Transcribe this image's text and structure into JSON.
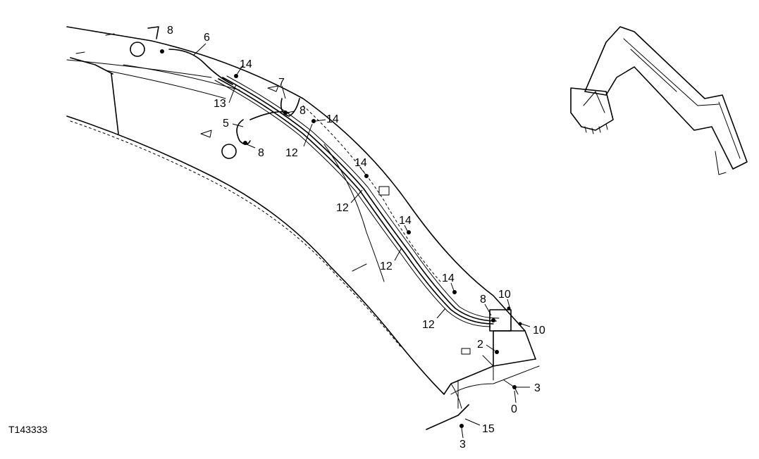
{
  "figure_id": "T143333",
  "callouts": [
    {
      "id": "c8a",
      "text": "8"
    },
    {
      "id": "c6",
      "text": "6"
    },
    {
      "id": "c14a",
      "text": "14"
    },
    {
      "id": "c7",
      "text": "7"
    },
    {
      "id": "c13",
      "text": "13"
    },
    {
      "id": "c8b",
      "text": "8"
    },
    {
      "id": "c14b",
      "text": "14"
    },
    {
      "id": "c5",
      "text": "5"
    },
    {
      "id": "c8c",
      "text": "8"
    },
    {
      "id": "c12a",
      "text": "12"
    },
    {
      "id": "c14c",
      "text": "14"
    },
    {
      "id": "c12b",
      "text": "12"
    },
    {
      "id": "c14d",
      "text": "14"
    },
    {
      "id": "c12c",
      "text": "12"
    },
    {
      "id": "c14e",
      "text": "14"
    },
    {
      "id": "c8d",
      "text": "8"
    },
    {
      "id": "c10a",
      "text": "10"
    },
    {
      "id": "c10b",
      "text": "10"
    },
    {
      "id": "c12d",
      "text": "12"
    },
    {
      "id": "c2",
      "text": "2"
    },
    {
      "id": "c3a",
      "text": "3"
    },
    {
      "id": "c0",
      "text": "0"
    },
    {
      "id": "c15",
      "text": "15"
    },
    {
      "id": "c3b",
      "text": "3"
    }
  ]
}
